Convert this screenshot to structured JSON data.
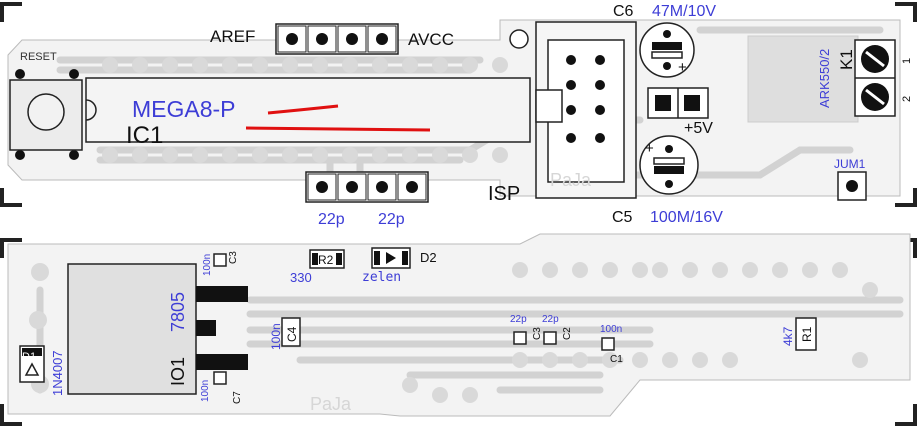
{
  "title": "",
  "colors": {
    "board": "#e6e6e6",
    "trace": "#cfcfcf",
    "outline": "#222222",
    "pad": "#111111",
    "blue_label": "#3d3dd6",
    "red_mark": "#e01010",
    "black_label": "#111111",
    "grey_label": "#6b6b6b"
  },
  "top_board": {
    "reset_label": "RESET",
    "chip_name": "MEGA8-P",
    "chip_ref": "IC1",
    "aref_label": "AREF",
    "avcc_label": "AVCC",
    "isp_label": "ISP",
    "cap_c6_ref": "C6",
    "cap_c6_value": "47M/10V",
    "cap_c5_ref": "C5",
    "cap_c5_value": "100M/16V",
    "plus5v_label": "+5V",
    "plus_sign": "+",
    "k1_ref": "K1",
    "k1_part": "ARK550/2",
    "k1_pin1": "1",
    "k1_pin2": "2",
    "jumper_ref": "JUM1",
    "cap_22p_left": "22p",
    "cap_22p_right": "22p",
    "watermark": "PaJa"
  },
  "bottom_board": {
    "reg_part": "7805",
    "reg_ref": "IO1",
    "diode_ref": "D1",
    "diode_part": "1N4007",
    "c3_value": "100n",
    "c3_ref": "C3",
    "c4_value": "100n",
    "c4_ref": "C4",
    "c7_value": "100n",
    "c7_ref": "C7",
    "r2_ref": "R2",
    "r2_value": "330",
    "led_ref": "D2",
    "led_color": "zelen",
    "mid_c3_value": "22p",
    "mid_c3_ref": "C3",
    "mid_c2_value": "22p",
    "mid_c2_ref": "C2",
    "c1_value": "100n",
    "c1_ref": "C1",
    "r1_value": "4k7",
    "r1_ref": "R1",
    "watermark": "PaJa"
  }
}
